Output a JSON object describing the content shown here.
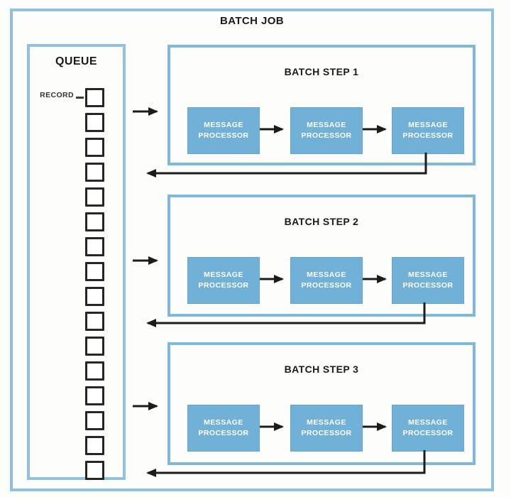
{
  "diagram": {
    "title": "BATCH JOB",
    "queue": {
      "title": "QUEUE",
      "record_label": "RECORD",
      "record_count": 16
    },
    "steps": [
      {
        "title": "BATCH STEP 1",
        "processors": [
          {
            "lines": [
              "MESSAGE",
              "PROCESSOR"
            ]
          },
          {
            "lines": [
              "MESSAGE",
              "PROCESSOR"
            ]
          },
          {
            "lines": [
              "MESSAGE",
              "PROCESSOR"
            ]
          }
        ]
      },
      {
        "title": "BATCH STEP 2",
        "processors": [
          {
            "lines": [
              "MESSAGE",
              "PROCESSOR"
            ]
          },
          {
            "lines": [
              "MESSAGE",
              "PROCESSOR"
            ]
          },
          {
            "lines": [
              "MESSAGE",
              "PROCESSOR"
            ]
          }
        ]
      },
      {
        "title": "BATCH STEP 3",
        "processors": [
          {
            "lines": [
              "MESSAGE",
              "PROCESSOR"
            ]
          },
          {
            "lines": [
              "MESSAGE",
              "PROCESSOR"
            ]
          },
          {
            "lines": [
              "MESSAGE",
              "PROCESSOR"
            ]
          }
        ]
      }
    ],
    "colors": {
      "container_border": "#8ec2de",
      "step_border": "#7fb9d9",
      "processor_fill": "#72b1d7",
      "processor_text": "#ffffff",
      "arrow": "#1c1c1c",
      "record_border": "#262626"
    }
  }
}
